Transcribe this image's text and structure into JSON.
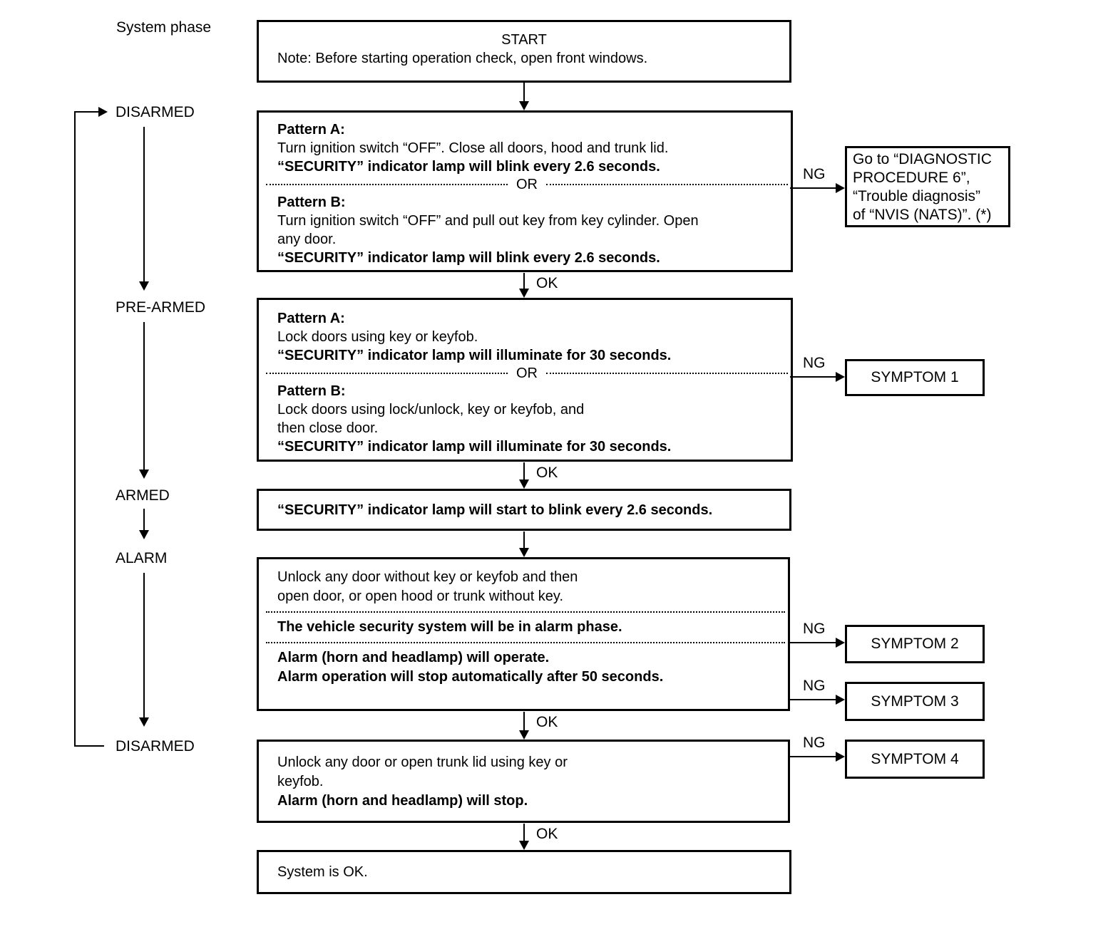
{
  "labels": {
    "system_phase": "System phase",
    "ok": "OK",
    "ng": "NG",
    "or": "OR"
  },
  "phases": {
    "top": "DISARMED",
    "pre_armed": "PRE-ARMED",
    "armed": "ARMED",
    "alarm": "ALARM",
    "bottom": "DISARMED"
  },
  "start": {
    "title": "START",
    "note": "Note: Before starting operation check, open front windows."
  },
  "disarmed_check": {
    "lines": [
      "Pattern A:",
      "Turn ignition switch “OFF”. Close all doors, hood and trunk lid.",
      "“SECURITY” indicator lamp will blink every 2.6 seconds.",
      "Pattern B:",
      "Turn ignition switch “OFF” and pull out key from key cylinder. Open",
      "any door.",
      "“SECURITY” indicator lamp will blink every 2.6 seconds."
    ]
  },
  "pre_armed_check": {
    "lines": [
      "Pattern A:",
      "Lock doors using key or keyfob.",
      "“SECURITY” indicator lamp will illuminate for 30 seconds.",
      "Pattern B:",
      "Lock doors using lock/unlock, key or keyfob, and",
      "then close door.",
      "“SECURITY” indicator lamp will illuminate for 30 seconds."
    ]
  },
  "armed_note": "“SECURITY” indicator lamp will start to blink every 2.6 seconds.",
  "alarm_check": {
    "lines": [
      "Unlock any door without key or keyfob and then",
      "open door, or open hood or trunk without key.",
      "The vehicle security system will be in alarm phase.",
      "Alarm (horn and headlamp) will operate.",
      "Alarm operation will stop automatically after 50 seconds."
    ]
  },
  "disarm_check": {
    "lines": [
      "Unlock any door or open trunk lid using key or",
      "keyfob.",
      "Alarm (horn and headlamp) will stop."
    ]
  },
  "system_ok": "System is OK.",
  "diagnostic_ref": {
    "lines": [
      "Go to “DIAGNOSTIC",
      "PROCEDURE 6”,",
      "“Trouble diagnosis”",
      "of “NVIS (NATS)”. (*)"
    ]
  },
  "symptoms": [
    "SYMPTOM 1",
    "SYMPTOM 2",
    "SYMPTOM 3",
    "SYMPTOM 4"
  ]
}
